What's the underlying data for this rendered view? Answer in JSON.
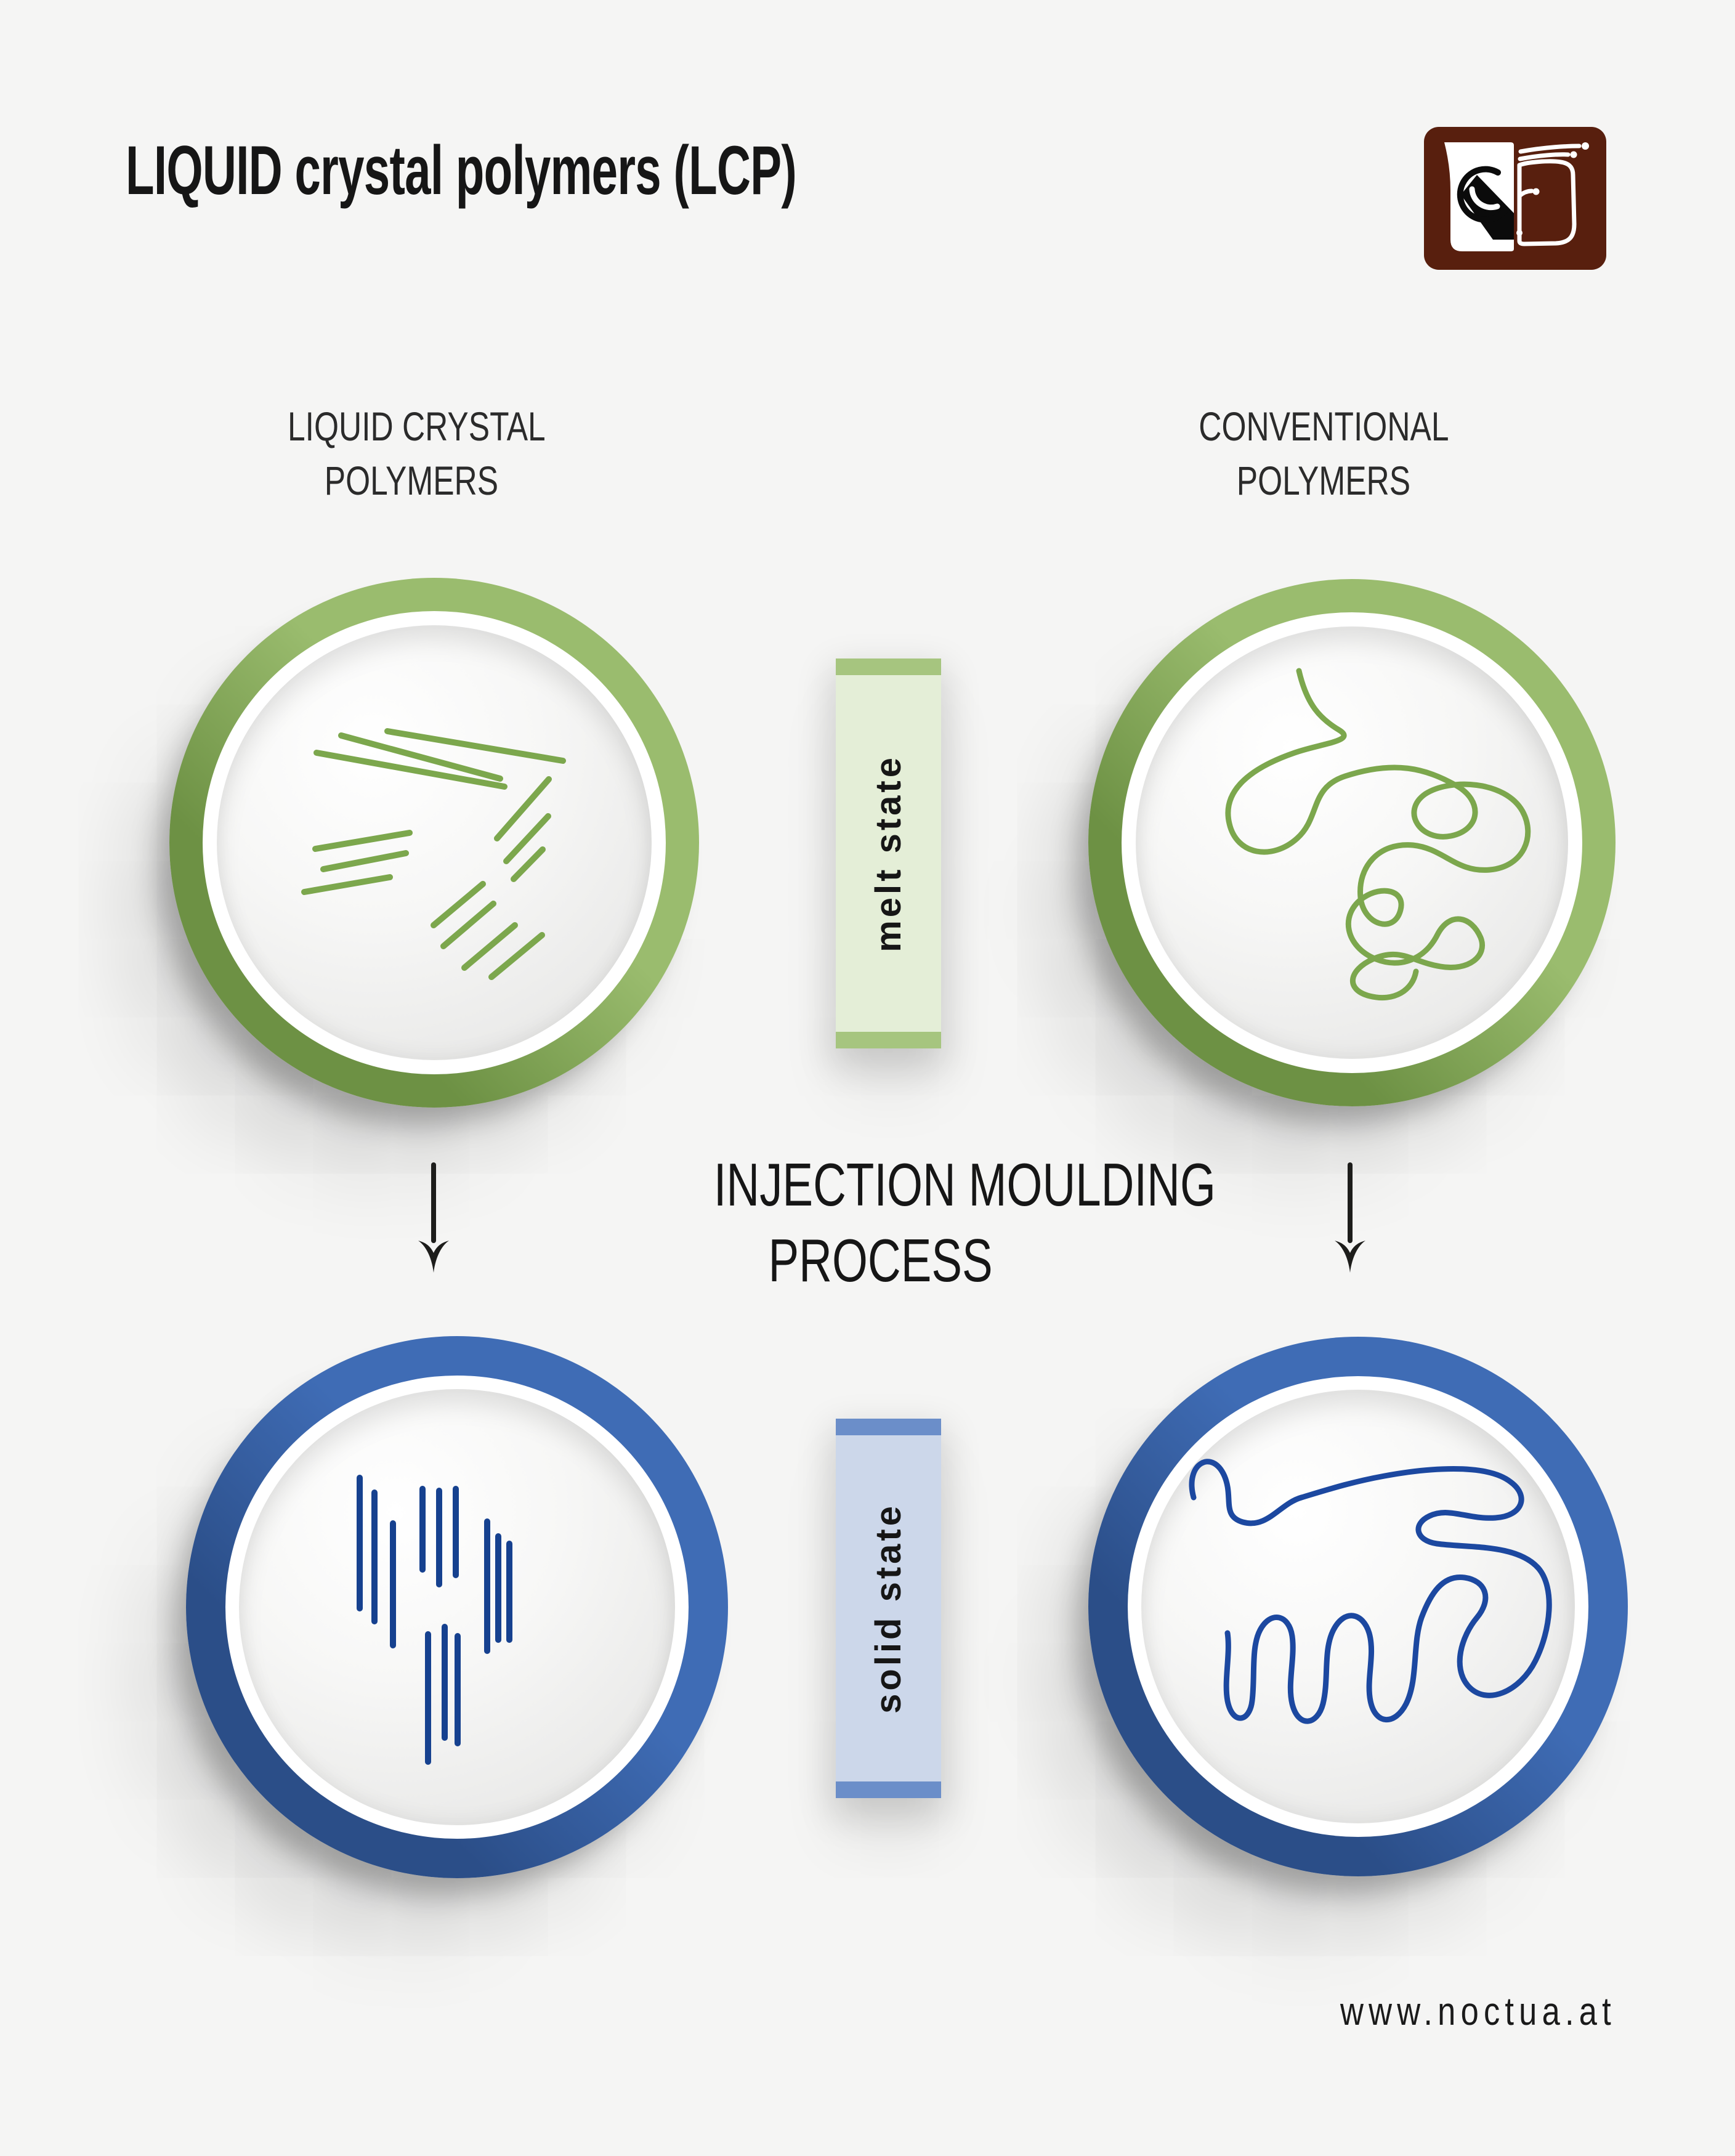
{
  "page": {
    "title": "LIQUID crystal polymers (LCP)",
    "footer_url": "www.noctua.at"
  },
  "columns": {
    "left": {
      "line1": "LIQUID CRYSTAL",
      "line2": "POLYMERS"
    },
    "right": {
      "line1": "CONVENTIONAL",
      "line2": "POLYMERS"
    }
  },
  "process": {
    "line1": "INJECTION MOULDING",
    "line2": "PROCESS"
  },
  "states": {
    "melt": {
      "label": "melt state"
    },
    "solid": {
      "label": "solid state"
    }
  },
  "icons": {
    "logo": "noctua-owl-logo",
    "arrow_left": "down-arrow-icon",
    "arrow_right": "down-arrow-icon",
    "top_left": "aligned-rods-icon",
    "top_right": "entangled-chain-icon",
    "bottom_left": "aligned-rods-icon",
    "bottom_right": "entangled-chain-icon"
  },
  "colors": {
    "background": "#f5f5f4",
    "text_dark": "#161616",
    "header_text": "#2b2b2b",
    "footer_text": "#1a1a1a",
    "green_ring": "#9abc6e",
    "green_ring_dark": "#6d9144",
    "green_molecule": "#7ca74d",
    "melt_bg": "#e4eed7",
    "melt_bar": "#a6c57f",
    "blue_ring": "#3f6cb5",
    "blue_ring_dark": "#2b4e88",
    "blue_molecule_rod": "#16418f",
    "blue_molecule_chain": "#1c48a0",
    "solid_bg": "#ccd7ea",
    "solid_bar": "#6b8ec9",
    "logo_bg": "#581f0e",
    "arrow": "#1d1d1b"
  }
}
